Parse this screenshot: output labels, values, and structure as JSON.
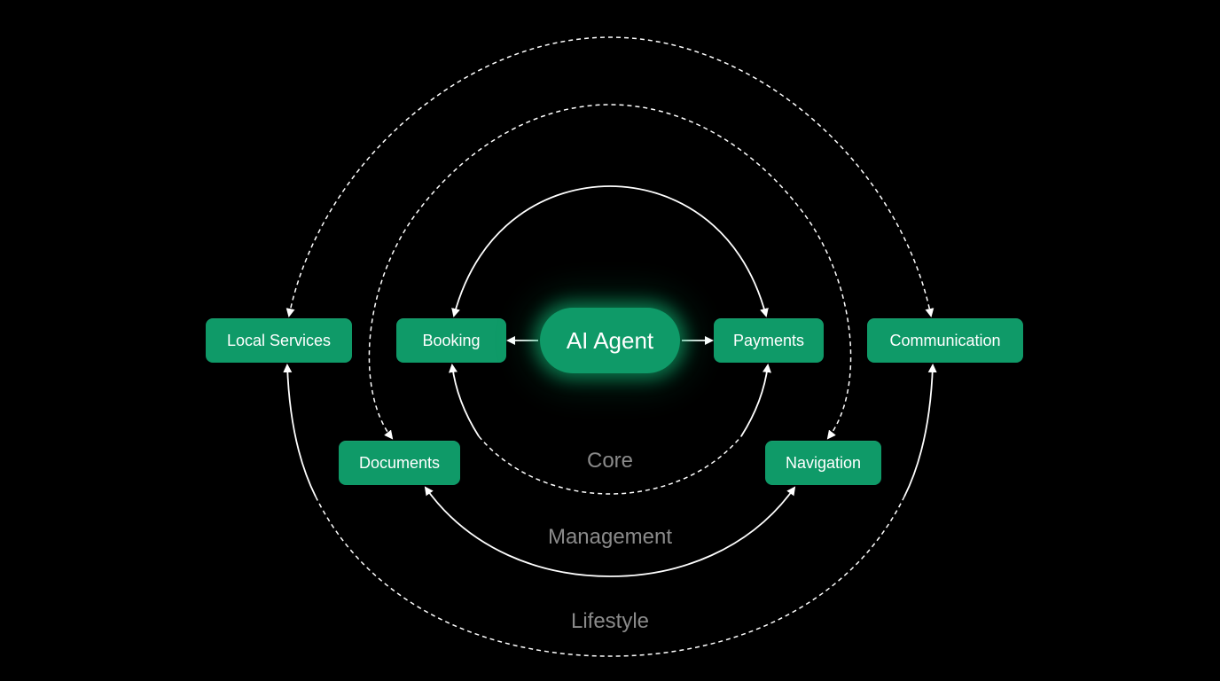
{
  "colors": {
    "background": "#000000",
    "node_fill": "#0f9a68",
    "node_text": "#ffffff",
    "connector": "#ffffff",
    "ring_label": "#8a8a8a"
  },
  "hub": {
    "label": "AI Agent"
  },
  "nodes": {
    "local_services": "Local Services",
    "booking": "Booking",
    "payments": "Payments",
    "communication": "Communication",
    "documents": "Documents",
    "navigation": "Navigation"
  },
  "rings": {
    "core": "Core",
    "management": "Management",
    "lifestyle": "Lifestyle"
  }
}
